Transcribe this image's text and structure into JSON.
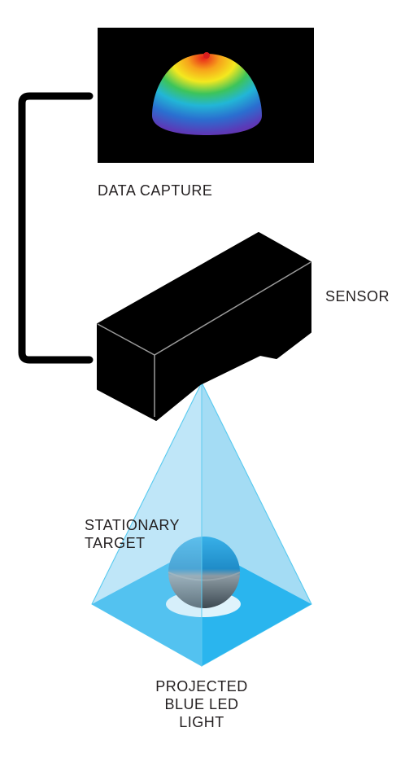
{
  "labels": {
    "data_capture": "DATA CAPTURE",
    "sensor": "SENSOR",
    "stationary_target_line1": "STATIONARY",
    "stationary_target_line2": "TARGET",
    "projected_line1": "PROJECTED",
    "projected_line2": "BLUE LED",
    "projected_line3": "LIGHT"
  },
  "colors": {
    "screen_background": "#000000",
    "sensor_body": "#000000",
    "sensor_edge": "#9a9a9a",
    "connector": "#000000",
    "beam_fill": "#a9def5",
    "beam_edge": "#4cc4ee",
    "floor_fill": "#29b6ef",
    "target_top": "#2a9fd8",
    "target_bottom": "#4a5a64",
    "label_text": "#231f20"
  }
}
